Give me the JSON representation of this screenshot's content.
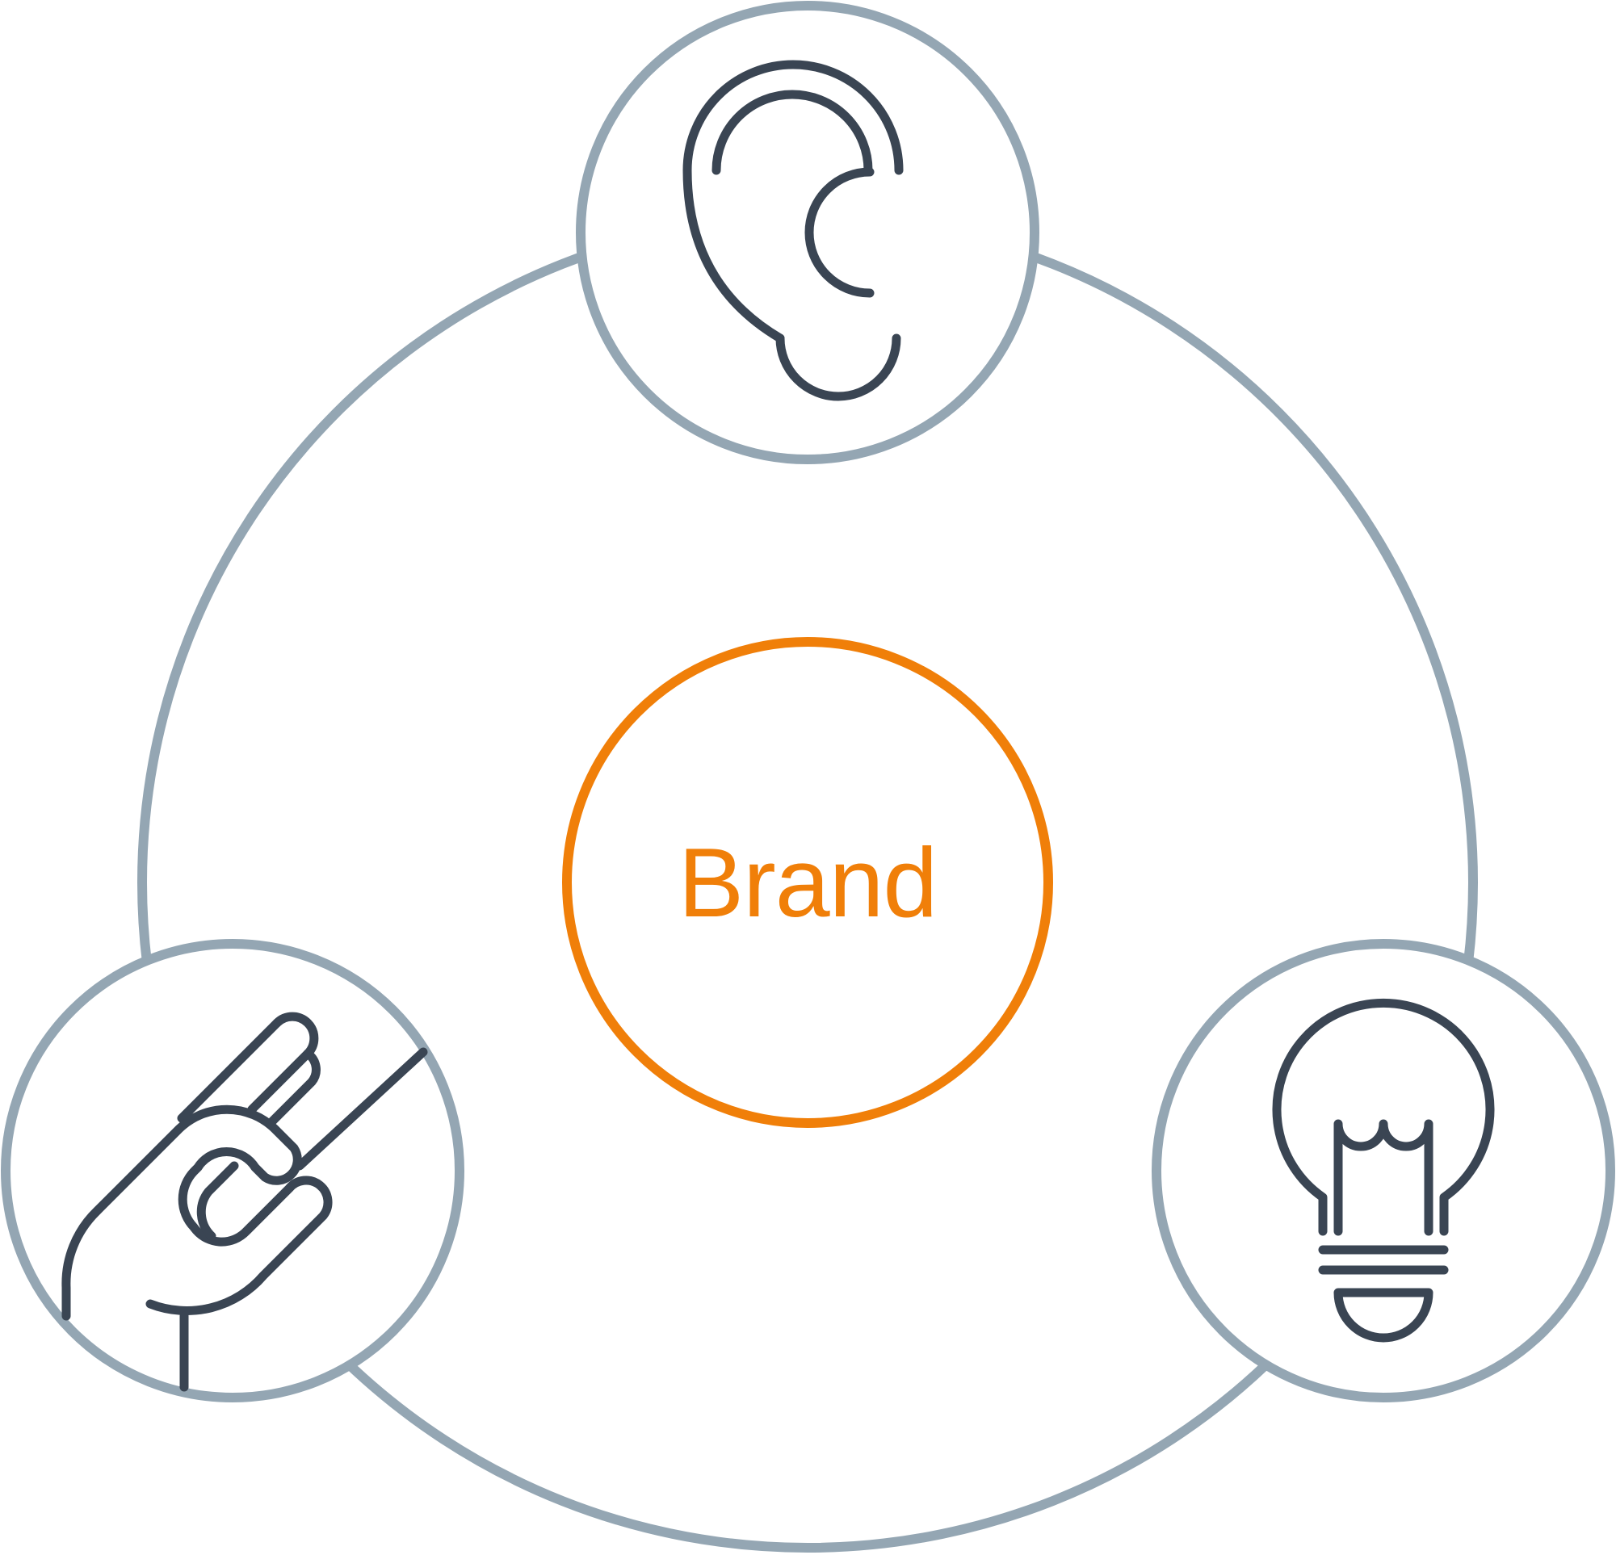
{
  "colors": {
    "ring": "#94a6b3",
    "icon": "#3a4553",
    "accent": "#f07f09",
    "background": "#ffffff"
  },
  "center": {
    "label": "Brand"
  },
  "nodes": [
    {
      "id": "top",
      "icon": "ear-icon"
    },
    {
      "id": "bottom-left",
      "icon": "hand-holding-pen-icon"
    },
    {
      "id": "bottom-right",
      "icon": "lightbulb-icon"
    }
  ]
}
